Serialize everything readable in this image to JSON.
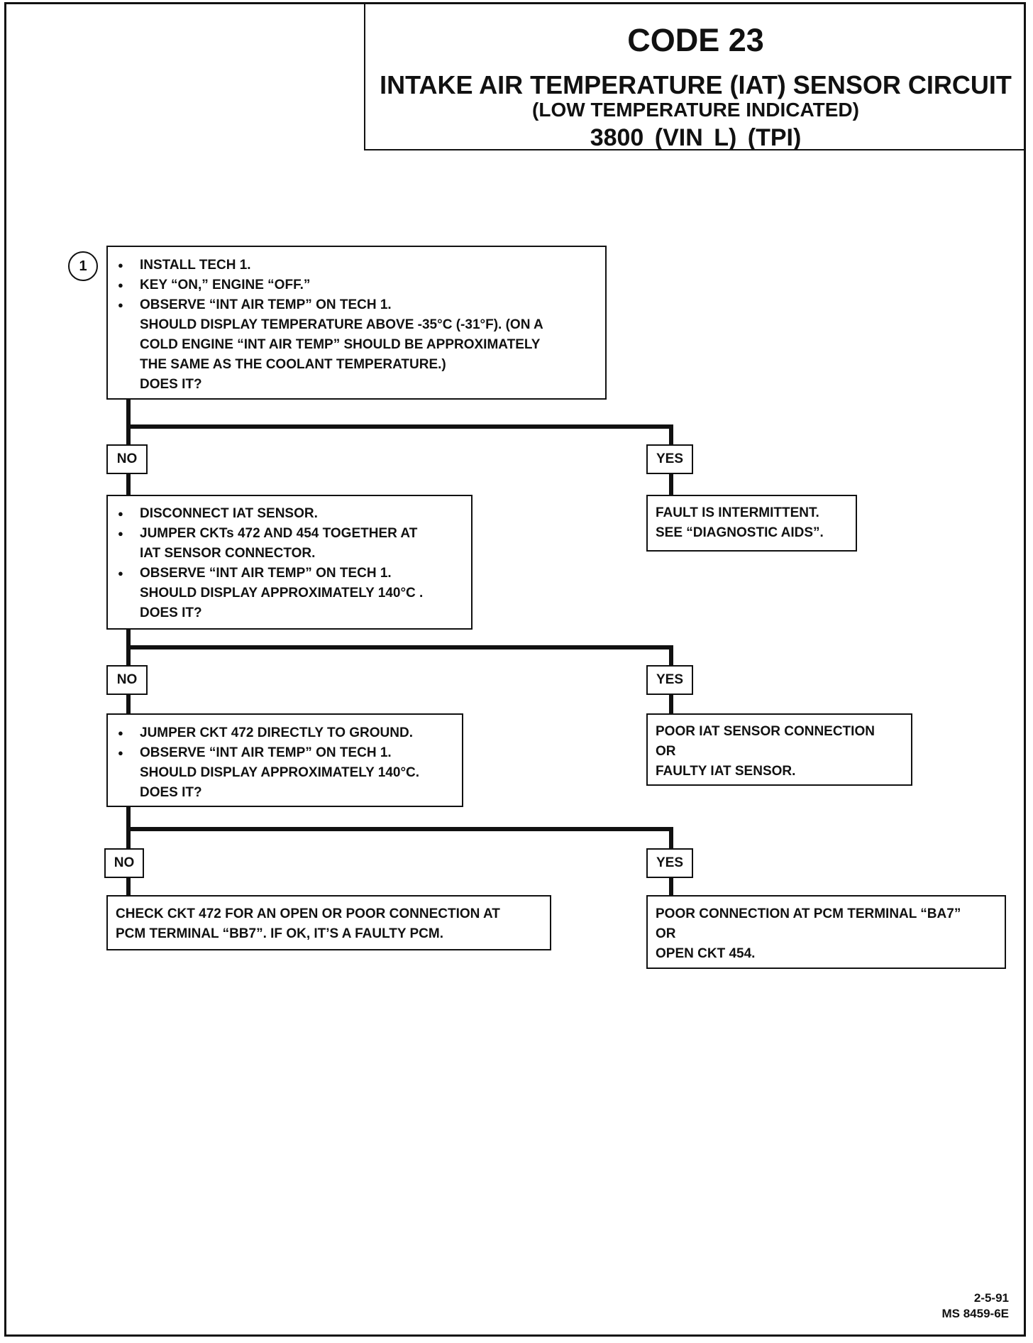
{
  "title": {
    "code": "CODE 23",
    "line1": "INTAKE AIR TEMPERATURE (IAT) SENSOR CIRCUIT",
    "line2": "(LOW TEMPERATURE INDICATED)",
    "line3": "3800  (VIN L)  (TPI)"
  },
  "step_number": "1",
  "box1": {
    "bullets": [
      "INSTALL TECH 1.",
      "KEY “ON,” ENGINE “OFF.”",
      "OBSERVE “INT AIR TEMP” ON TECH 1."
    ],
    "continuation": [
      "SHOULD DISPLAY TEMPERATURE ABOVE -35°C (-31°F).  (ON A",
      "COLD ENGINE “INT AIR TEMP” SHOULD BE APPROXIMATELY",
      "THE SAME AS THE COOLANT TEMPERATURE.)",
      "DOES IT?"
    ]
  },
  "labels": {
    "no": "NO",
    "yes": "YES"
  },
  "yes1": [
    "FAULT IS INTERMITTENT.",
    "SEE “DIAGNOSTIC AIDS”."
  ],
  "box2": {
    "b1": "DISCONNECT IAT SENSOR.",
    "b2": "JUMPER CKTs 472 AND 454 TOGETHER AT",
    "b2c": "IAT SENSOR CONNECTOR.",
    "b3": "OBSERVE “INT AIR TEMP” ON TECH 1.",
    "c1": "SHOULD DISPLAY APPROXIMATELY 140°C .",
    "c2": "DOES IT?"
  },
  "yes2": [
    "POOR IAT SENSOR CONNECTION",
    "OR",
    "FAULTY IAT SENSOR."
  ],
  "box3": {
    "b1": "JUMPER CKT 472 DIRECTLY TO GROUND.",
    "b2": "OBSERVE “INT AIR TEMP” ON TECH 1.",
    "c1": "SHOULD DISPLAY APPROXIMATELY 140°C.",
    "c2": "DOES IT?"
  },
  "no3": [
    "CHECK CKT 472 FOR AN OPEN OR POOR CONNECTION AT",
    "PCM TERMINAL “BB7”.   IF OK, IT’S A FAULTY PCM."
  ],
  "yes3": [
    "POOR CONNECTION AT PCM TERMINAL “BA7”",
    "OR",
    "OPEN CKT 454."
  ],
  "footer": {
    "date": "2-5-91",
    "code": "MS 8459-6E"
  }
}
